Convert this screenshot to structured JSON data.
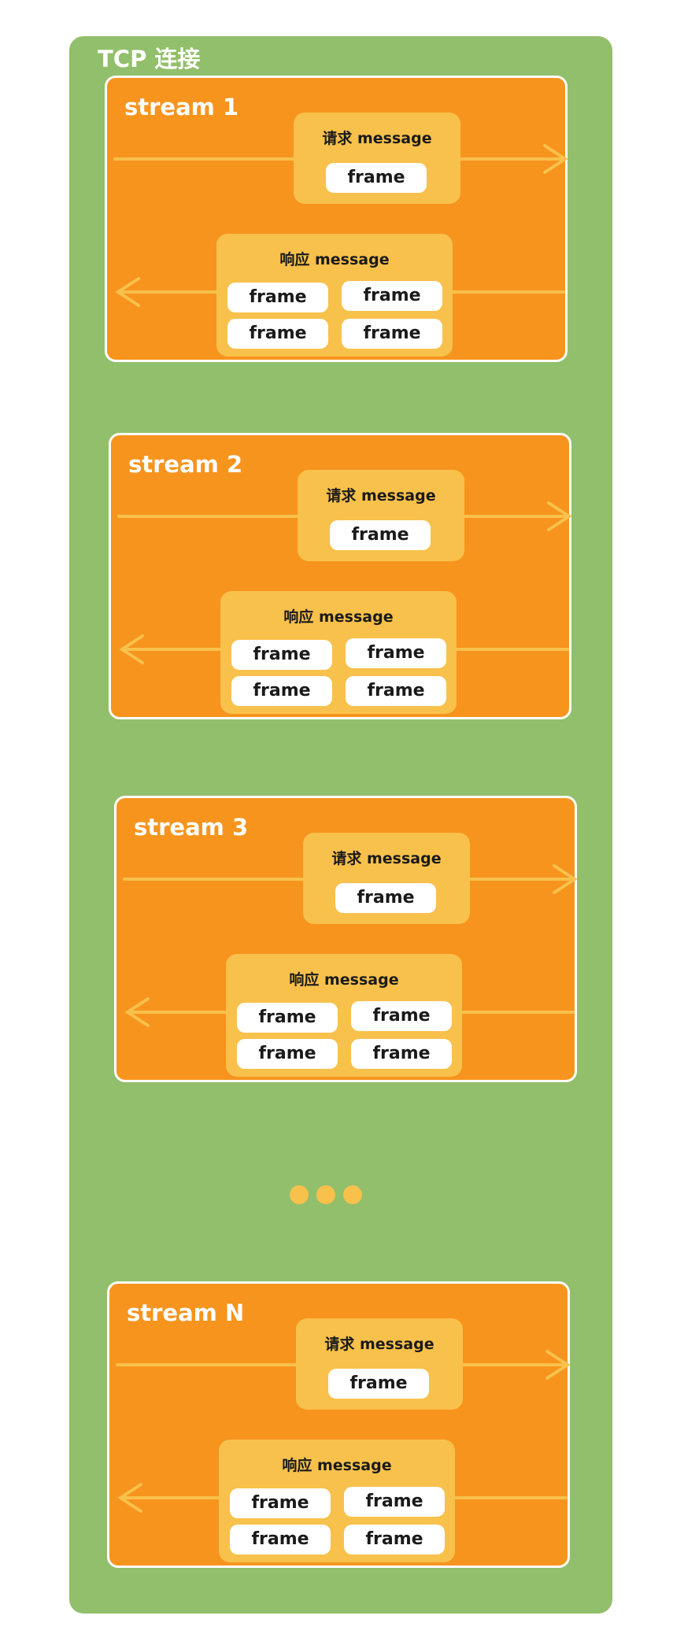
{
  "connection": {
    "title": "TCP 连接"
  },
  "colors": {
    "connection_bg": "#92bf6b",
    "stream_bg": "#f7941e",
    "message_bg": "#f8c14b",
    "frame_bg": "#ffffff",
    "arrow": "#f8c14b"
  },
  "streams": [
    {
      "title": "stream 1",
      "request": {
        "label": "请求 message",
        "frames": [
          "frame"
        ]
      },
      "response": {
        "label": "响应 message",
        "frames": [
          "frame",
          "frame",
          "frame",
          "frame"
        ]
      }
    },
    {
      "title": "stream 2",
      "request": {
        "label": "请求 message",
        "frames": [
          "frame"
        ]
      },
      "response": {
        "label": "响应 message",
        "frames": [
          "frame",
          "frame",
          "frame",
          "frame"
        ]
      }
    },
    {
      "title": "stream 3",
      "request": {
        "label": "请求 message",
        "frames": [
          "frame"
        ]
      },
      "response": {
        "label": "响应 message",
        "frames": [
          "frame",
          "frame",
          "frame",
          "frame"
        ]
      }
    },
    {
      "title": "stream N",
      "request": {
        "label": "请求 message",
        "frames": [
          "frame"
        ]
      },
      "response": {
        "label": "响应 message",
        "frames": [
          "frame",
          "frame",
          "frame",
          "frame"
        ]
      }
    }
  ],
  "ellipsis_icon": "three-dots"
}
